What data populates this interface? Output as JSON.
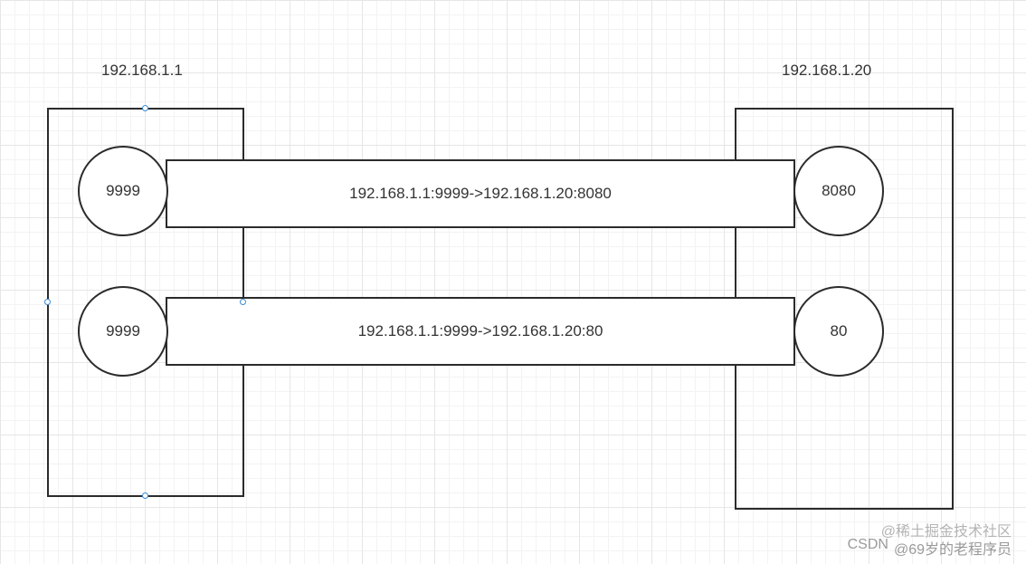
{
  "hosts": {
    "left": {
      "label": "192.168.1.1"
    },
    "right": {
      "label": "192.168.1.20"
    }
  },
  "ports": {
    "left_top": "9999",
    "left_bottom": "9999",
    "right_top": "8080",
    "right_bottom": "80"
  },
  "tunnels": {
    "top": "192.168.1.1:9999->192.168.1.20:8080",
    "bottom": "192.168.1.1:9999->192.168.1.20:80"
  },
  "watermark": {
    "line1": "@稀土掘金技术社区",
    "line2_prefix": "CSDN",
    "line2_suffix": "@69岁的老程序员"
  },
  "colors": {
    "stroke": "#2b2b2b",
    "text": "#333333",
    "selection_handle": "#3a8bd6",
    "grid": "#e6e6e6"
  }
}
